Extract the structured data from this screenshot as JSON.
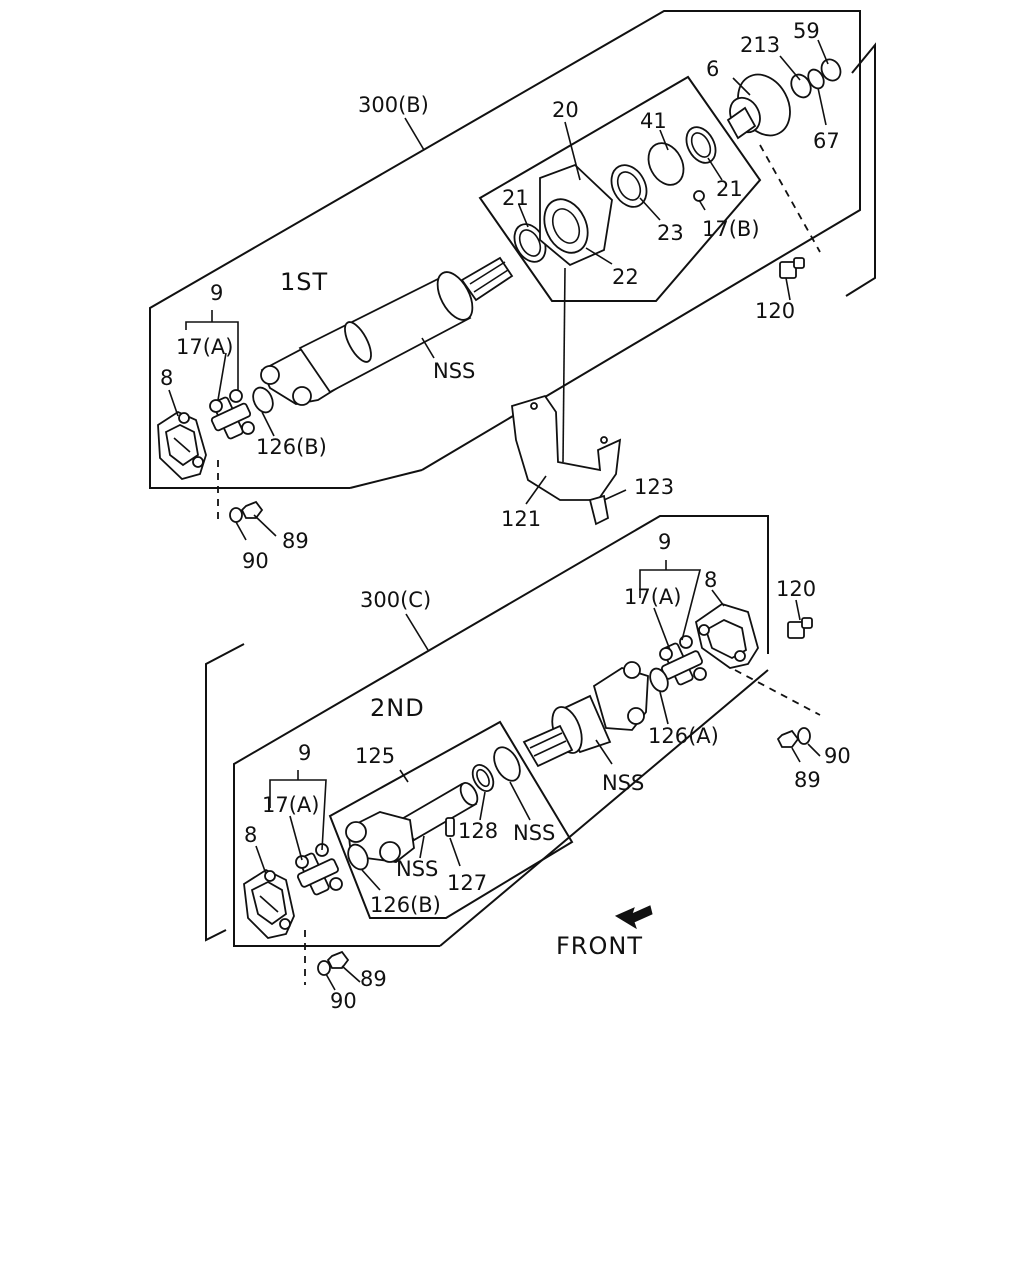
{
  "diagram": {
    "sections": {
      "first": {
        "group_label": "300(B)",
        "section_label": "1ST"
      },
      "second": {
        "group_label": "300(C)",
        "section_label": "2ND"
      }
    },
    "direction_label": "FRONT",
    "labels_first": {
      "l20": "20",
      "l6": "6",
      "l213": "213",
      "l59": "59",
      "l67": "67",
      "l41": "41",
      "l21a": "21",
      "l21b": "21",
      "l23": "23",
      "l22": "22",
      "l17b": "17(B)",
      "l120": "120",
      "l9": "9",
      "l17a": "17(A)",
      "l8": "8",
      "lnss": "NSS",
      "l126b": "126(B)",
      "l89": "89",
      "l90": "90",
      "l121": "121",
      "l123": "123"
    },
    "labels_second": {
      "l9r": "9",
      "l17ar": "17(A)",
      "l8r": "8",
      "l120r": "120",
      "l126a": "126(A)",
      "lnss1": "NSS",
      "l90r": "90",
      "l89r": "89",
      "l125": "125",
      "l9l": "9",
      "l17al": "17(A)",
      "l8l": "8",
      "l128": "128",
      "lnss2": "NSS",
      "lnss3": "NSS",
      "l127": "127",
      "l126bl": "126(B)",
      "l89l": "89",
      "l90l": "90"
    }
  }
}
